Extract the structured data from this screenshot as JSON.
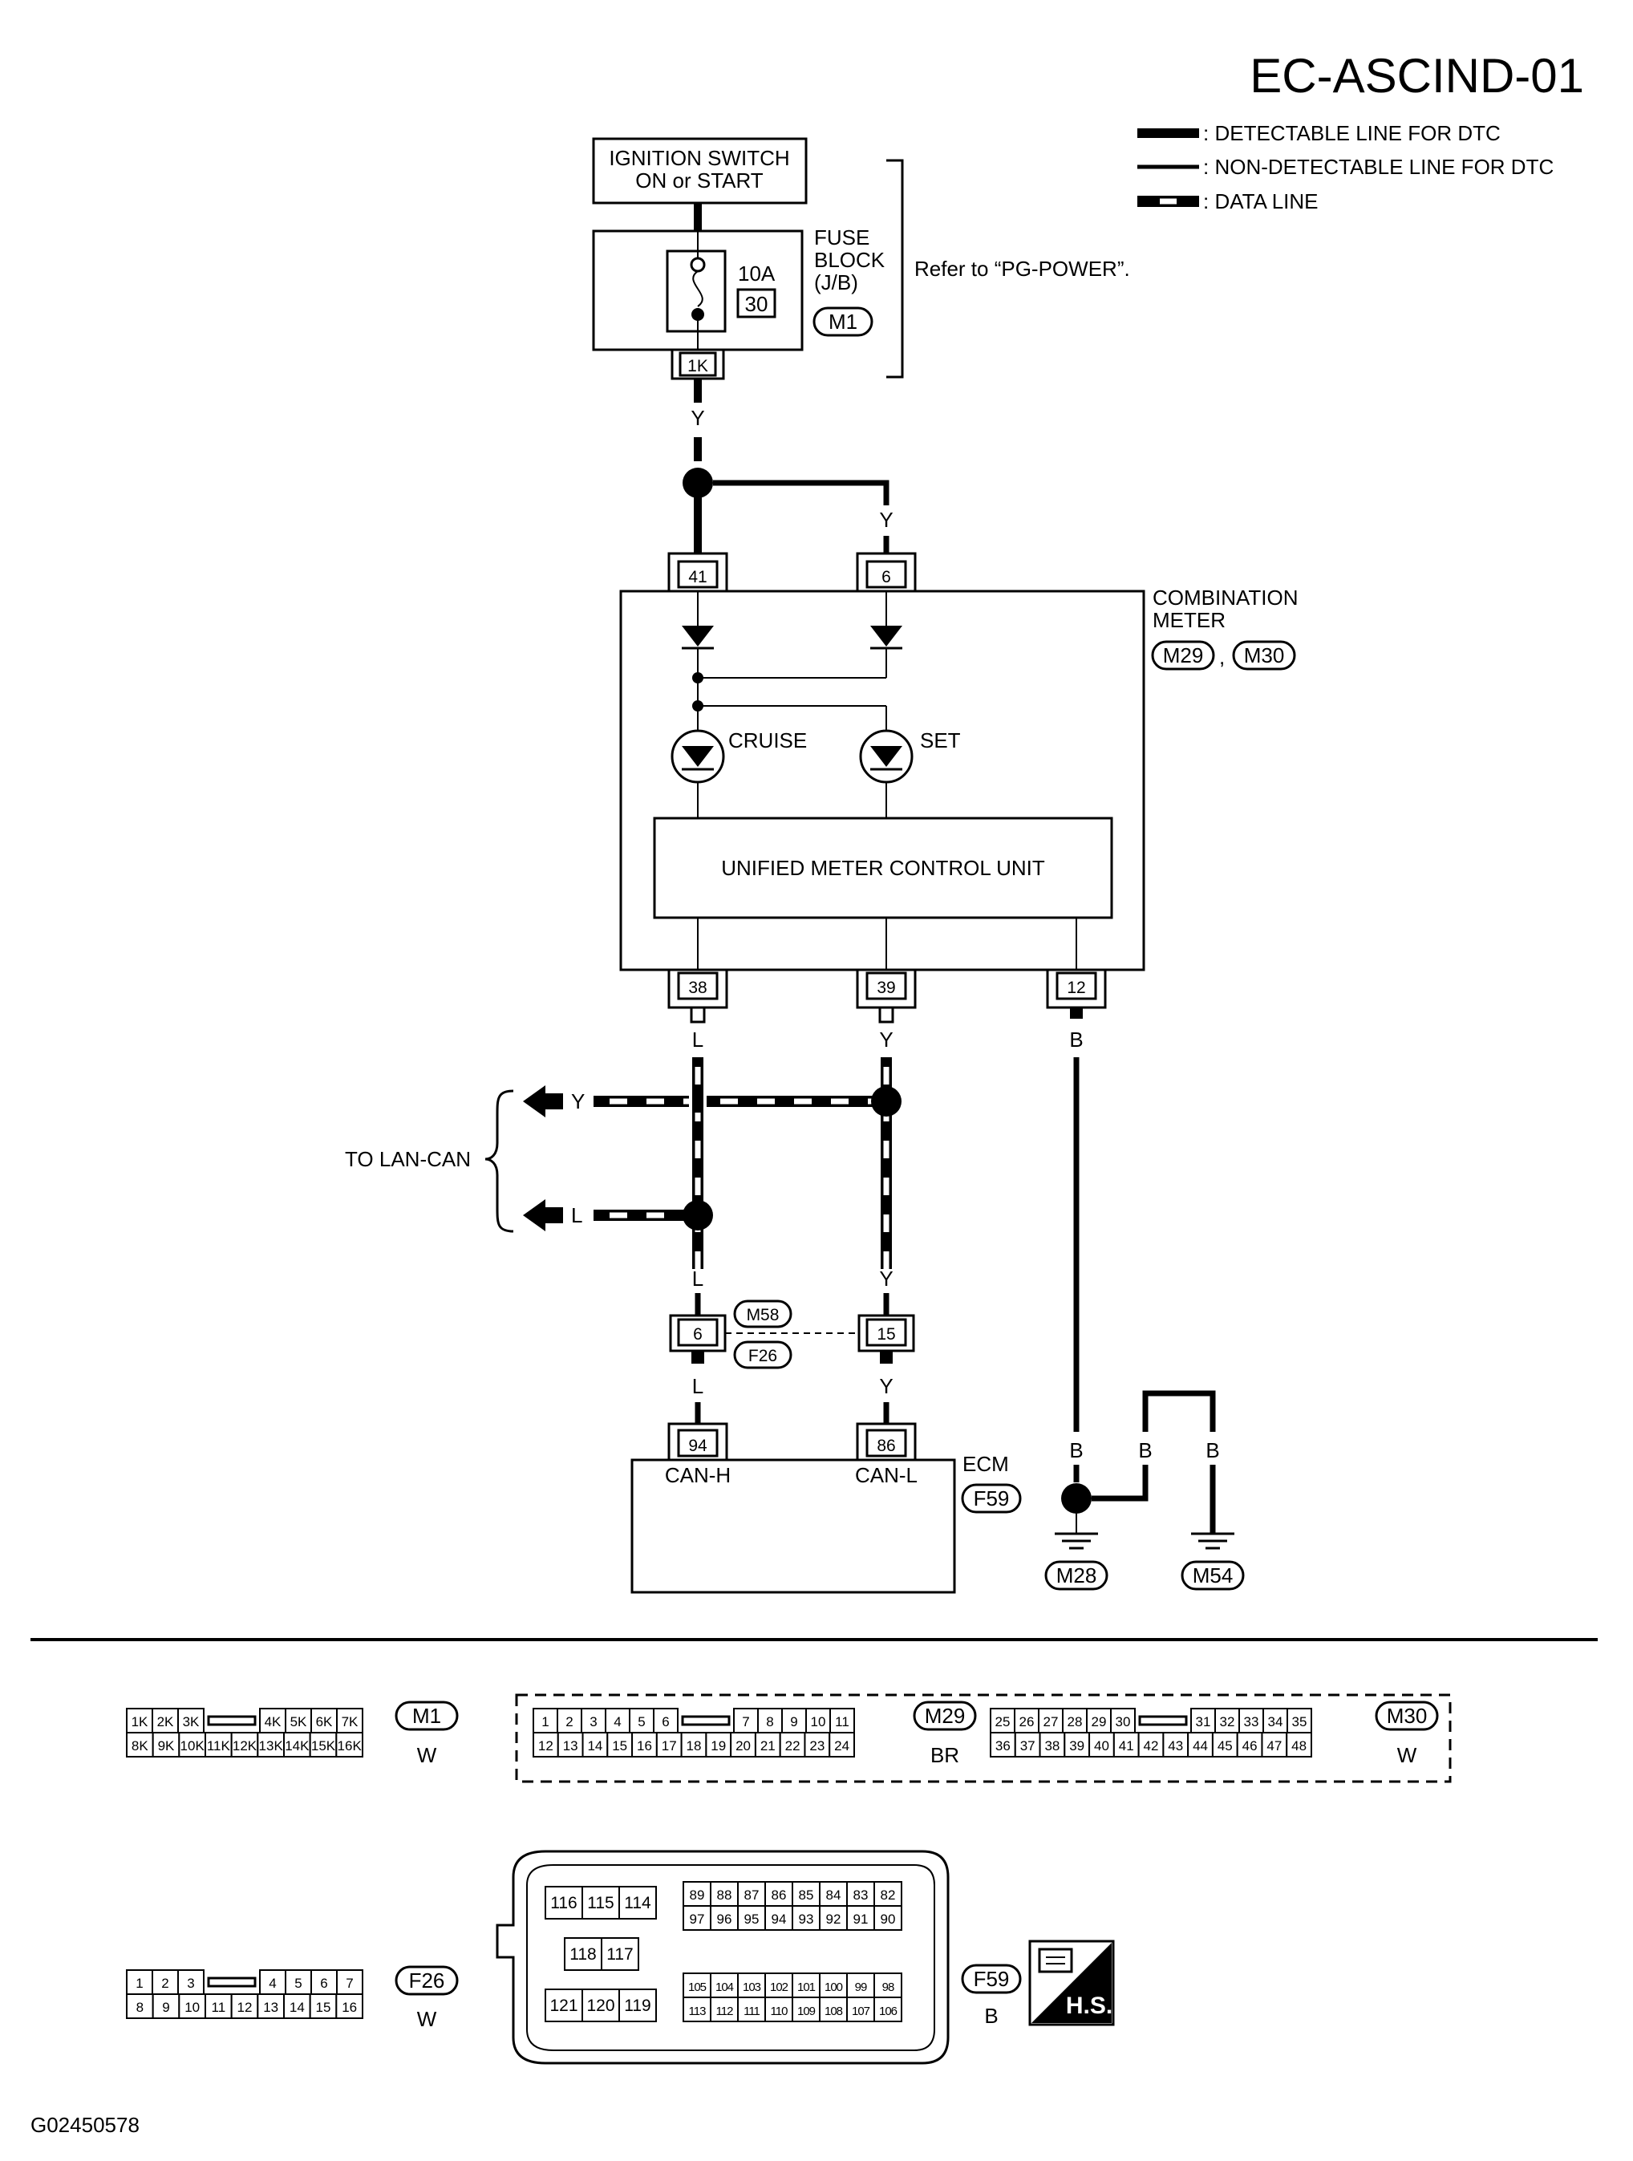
{
  "header": {
    "code": "EC-ASCIND-01",
    "figure_id": "G02450578"
  },
  "legend": {
    "detectable": ": DETECTABLE LINE FOR DTC",
    "non_detectable": ": NON-DETECTABLE LINE FOR DTC",
    "data_line": ": DATA LINE"
  },
  "ignition": {
    "line1": "IGNITION SWITCH",
    "line2": "ON or START"
  },
  "fuse_block": {
    "label1": "FUSE",
    "label2": "BLOCK",
    "label3": "(J/B)",
    "amp": "10A",
    "fuse_no": "30",
    "connector": "M1",
    "terminal": "1K",
    "ref": "Refer to “PG-POWER”."
  },
  "wires": {
    "y": "Y",
    "l": "L",
    "b": "B"
  },
  "meter": {
    "label1": "COMBINATION",
    "label2": "METER",
    "conn1": "M29",
    "comma": ",",
    "conn2": "M30",
    "cruise": "CRUISE",
    "set": "SET",
    "unit": "UNIFIED METER CONTROL UNIT",
    "pins_top": [
      "41",
      "6"
    ],
    "pins_bottom": [
      "38",
      "39",
      "12"
    ]
  },
  "lan": {
    "label": "TO LAN-CAN"
  },
  "joint": {
    "pin_l": "6",
    "pin_y": "15",
    "conn_top": "M58",
    "conn_bottom": "F26"
  },
  "ecm": {
    "label": "ECM",
    "connector": "F59",
    "pin_h": "94",
    "pin_l": "86",
    "can_h": "CAN-H",
    "can_l": "CAN-L"
  },
  "ground": {
    "g1": "M28",
    "g2": "M54"
  },
  "connectors": {
    "m1": {
      "name": "M1",
      "color": "W",
      "top": [
        "1K",
        "2K",
        "3K",
        "4K",
        "5K",
        "6K",
        "7K"
      ],
      "bottom": [
        "8K",
        "9K",
        "10K",
        "11K",
        "12K",
        "13K",
        "14K",
        "15K",
        "16K"
      ]
    },
    "m29": {
      "name": "M29",
      "color": "BR",
      "top": [
        "1",
        "2",
        "3",
        "4",
        "5",
        "6",
        "7",
        "8",
        "9",
        "10",
        "11"
      ],
      "bottom": [
        "12",
        "13",
        "14",
        "15",
        "16",
        "17",
        "18",
        "19",
        "20",
        "21",
        "22",
        "23",
        "24"
      ]
    },
    "m30": {
      "name": "M30",
      "color": "W",
      "top": [
        "25",
        "26",
        "27",
        "28",
        "29",
        "30",
        "31",
        "32",
        "33",
        "34",
        "35"
      ],
      "bottom": [
        "36",
        "37",
        "38",
        "39",
        "40",
        "41",
        "42",
        "43",
        "44",
        "45",
        "46",
        "47",
        "48"
      ]
    },
    "f26": {
      "name": "F26",
      "color": "W",
      "top": [
        "1",
        "2",
        "3",
        "4",
        "5",
        "6",
        "7"
      ],
      "bottom": [
        "8",
        "9",
        "10",
        "11",
        "12",
        "13",
        "14",
        "15",
        "16"
      ]
    },
    "f59": {
      "name": "F59",
      "color": "B",
      "blk1": [
        "116",
        "115",
        "114"
      ],
      "blk2": [
        "118",
        "117"
      ],
      "blk3": [
        "121",
        "120",
        "119"
      ],
      "r1": [
        "89",
        "88",
        "87",
        "86",
        "85",
        "84",
        "83",
        "82"
      ],
      "r2": [
        "97",
        "96",
        "95",
        "94",
        "93",
        "92",
        "91",
        "90"
      ],
      "r3": [
        "105",
        "104",
        "103",
        "102",
        "101",
        "100",
        "99",
        "98"
      ],
      "r4": [
        "113",
        "112",
        "111",
        "110",
        "109",
        "108",
        "107",
        "106"
      ]
    }
  },
  "badge": {
    "hs": "H.S."
  }
}
